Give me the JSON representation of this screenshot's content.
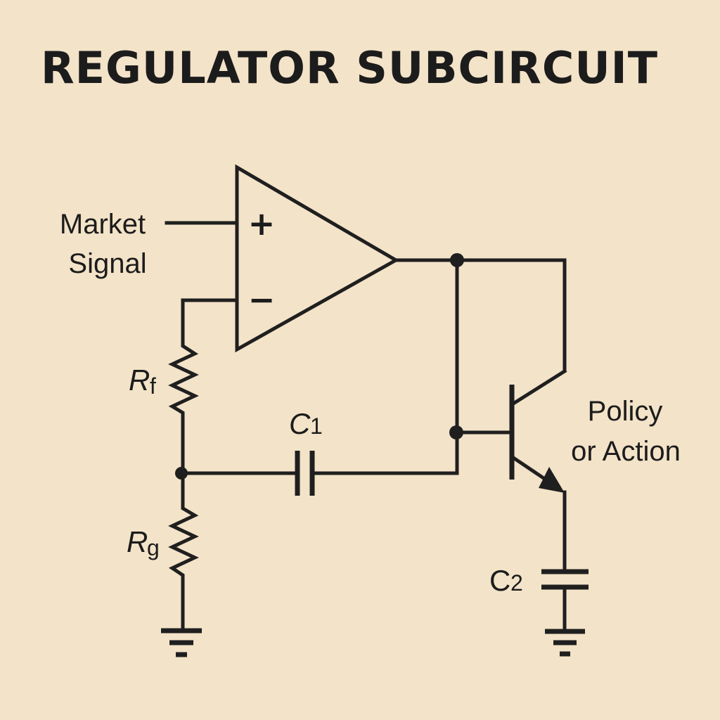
{
  "title": "REGULATOR SUBCIRCUIT",
  "colors": {
    "background": "#f3e3c8",
    "ink": "#1f1f1f"
  },
  "labels": {
    "input_line1": "Market",
    "input_line2": "Signal",
    "output_line1": "Policy",
    "output_line2": "or Action"
  },
  "opamp": {
    "plus_sign": "+",
    "minus_sign": "−"
  },
  "components": {
    "rf": {
      "main": "R",
      "sub": "f"
    },
    "rg": {
      "main": "R",
      "sub": "g"
    },
    "c1": {
      "main": "C",
      "sub": "1"
    },
    "c2": {
      "main": "C",
      "sub": "2"
    }
  },
  "symbols": [
    "op-amp",
    "resistor",
    "resistor",
    "capacitor",
    "capacitor",
    "npn-transistor",
    "ground",
    "ground"
  ]
}
